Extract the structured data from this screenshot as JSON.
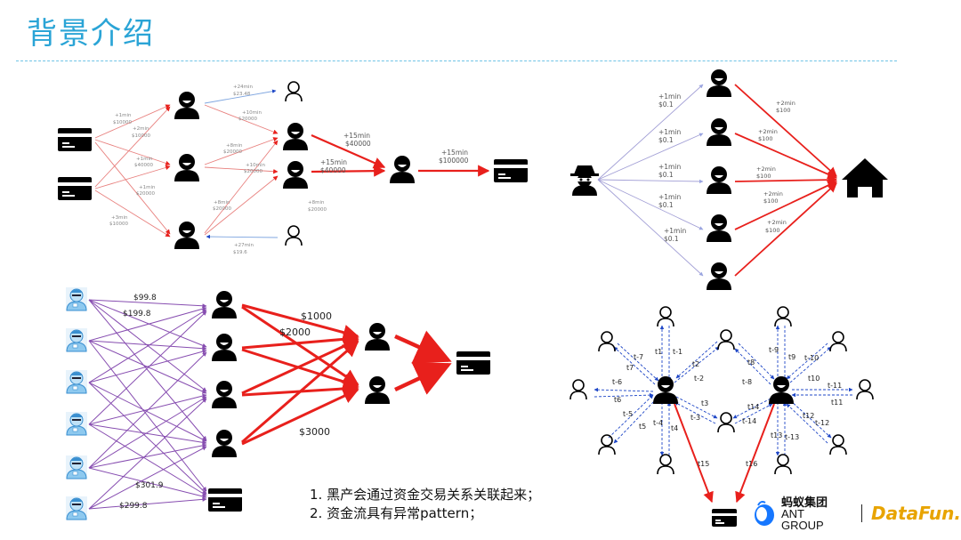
{
  "slide": {
    "title": "背景介绍",
    "notes": [
      "1. 黑产会通过资金交易关系关联起来；",
      "2. 资金流具有异常pattern；"
    ]
  },
  "diagram1": {
    "edge_labels_in": [
      {
        "time": "+1min",
        "amount": "$10000"
      },
      {
        "time": "+2min",
        "amount": "$10000"
      },
      {
        "time": "+1min",
        "amount": "$40000"
      },
      {
        "time": "+1min",
        "amount": "$20000"
      },
      {
        "time": "+3min",
        "amount": "$10000"
      }
    ],
    "edge_labels_mid": [
      {
        "time": "+24min",
        "amount": "$23.48"
      },
      {
        "time": "+10min",
        "amount": "$20000"
      },
      {
        "time": "+8min",
        "amount": "$20000"
      },
      {
        "time": "+10min",
        "amount": "$20000"
      },
      {
        "time": "+8min",
        "amount": "$20000"
      },
      {
        "time": "+8min",
        "amount": "$20000"
      },
      {
        "time": "+27min",
        "amount": "$19.6"
      }
    ],
    "edge_labels_out": [
      {
        "time": "+15min",
        "amount": "$40000"
      },
      {
        "time": "+15min",
        "amount": "$40000"
      },
      {
        "time": "+15min",
        "amount": "$100000"
      }
    ]
  },
  "diagram2": {
    "left_labels": [
      {
        "time": "+1min",
        "amount": "$0.1"
      },
      {
        "time": "+1min",
        "amount": "$0.1"
      },
      {
        "time": "+1min",
        "amount": "$0.1"
      },
      {
        "time": "+1min",
        "amount": "$0.1"
      },
      {
        "time": "+1min",
        "amount": "$0.1"
      }
    ],
    "right_labels": [
      {
        "time": "+2min",
        "amount": "$100"
      },
      {
        "time": "+2min",
        "amount": "$100"
      },
      {
        "time": "+2min",
        "amount": "$100"
      },
      {
        "time": "+2min",
        "amount": "$100"
      },
      {
        "time": "+2min",
        "amount": "$100"
      }
    ]
  },
  "diagram3": {
    "labels": [
      "$99.8",
      "$199.8",
      "$301.9",
      "$299.8",
      "$1000",
      "$2000",
      "$3000"
    ]
  },
  "diagram4": {
    "labels": [
      "t1",
      "t-1",
      "t2",
      "t-2",
      "t3",
      "t-3",
      "t4",
      "t-4",
      "t5",
      "t-5",
      "t6",
      "t-6",
      "t7",
      "t-7",
      "t8",
      "t-8",
      "t9",
      "t-9",
      "t10",
      "t-10",
      "t11",
      "t-11",
      "t12",
      "t-12",
      "t13",
      "t-13",
      "t14",
      "t-14",
      "t15",
      "t16"
    ]
  },
  "logos": {
    "ant_cn": "蚂蚁集团",
    "ant_en": "ANT GROUP",
    "datafun": "DataFun."
  },
  "colors": {
    "title": "#2aa4d6",
    "red_edge": "#e8201c",
    "blue_edge": "#1f47c7",
    "purple_edge": "#7a3aa8",
    "light_edge": "#9aa5e0"
  }
}
